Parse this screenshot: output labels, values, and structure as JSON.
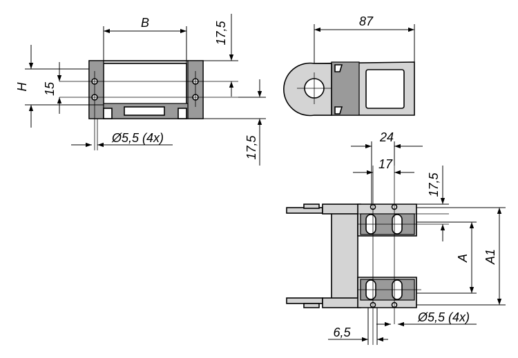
{
  "dimensions": {
    "B": "B",
    "dim_17_5_top": "17,5",
    "H": "H",
    "dim_15": "15",
    "dim_17_5_side": "17,5",
    "hole_front": "Ø5,5 (4x)",
    "dim_87": "87",
    "dim_24": "24",
    "dim_17": "17",
    "dim_17_5_bottom": "17,5",
    "A": "A",
    "A1": "A1",
    "dim_6_5": "6,5",
    "hole_bottom": "Ø5,5 (4x)"
  }
}
